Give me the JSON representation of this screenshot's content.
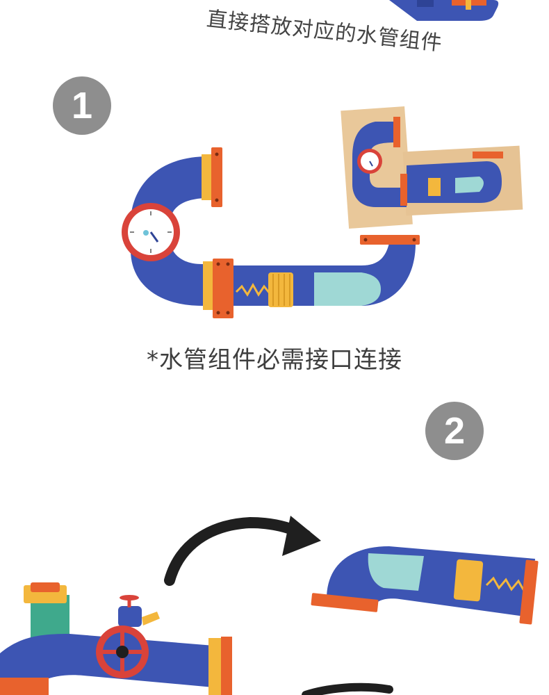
{
  "top_caption": "直接搭放对应的水管组件",
  "steps": [
    {
      "number": "1"
    },
    {
      "number": "2"
    }
  ],
  "note": "*水管组件必需接口连接",
  "icons": {
    "gauge": "pressure-gauge-icon",
    "valve": "valve-wheel-icon",
    "arrow": "curved-arrow-icon"
  },
  "colors": {
    "pipe": "#3d55b3",
    "pipe_dark": "#2e4396",
    "flange": "#e8622d",
    "gold": "#f3b73d",
    "glass": "#9fd8d5",
    "gauge_ring": "#d9433a",
    "wood": "#e9c89a",
    "badge": "#8e8e8e"
  }
}
